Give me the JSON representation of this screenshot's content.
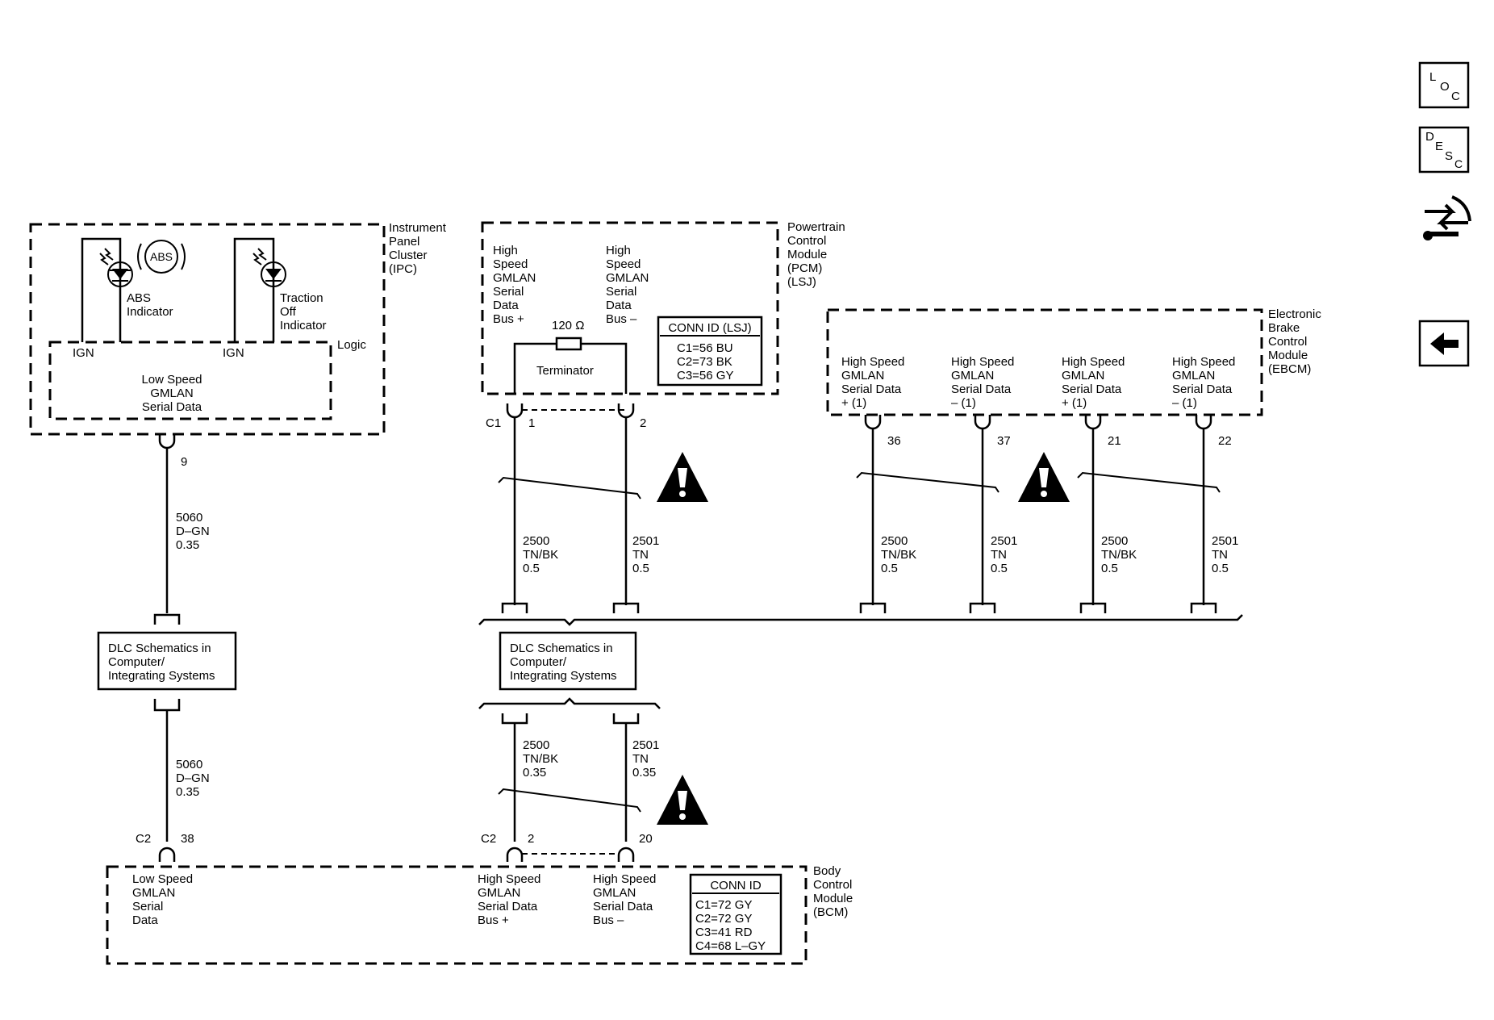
{
  "modules": {
    "ipc": {
      "name": [
        "Instrument",
        "Panel",
        "Cluster",
        "(IPC)"
      ],
      "logic": "Logic",
      "ign1": "IGN",
      "ign2": "IGN",
      "data": [
        "Low Speed",
        "GMLAN",
        "Serial Data"
      ]
    },
    "abs_indicator": {
      "label": [
        "ABS",
        "Indicator"
      ],
      "symbol": "ABS"
    },
    "traction_indicator": {
      "label": [
        "Traction",
        "Off",
        "Indicator"
      ]
    },
    "pcm": {
      "name": [
        "Powertrain",
        "Control",
        "Module",
        "(PCM)",
        "(LSJ)"
      ],
      "bus_plus": [
        "High",
        "Speed",
        "GMLAN",
        "Serial",
        "Data",
        "Bus +"
      ],
      "bus_minus": [
        "High",
        "Speed",
        "GMLAN",
        "Serial",
        "Data",
        "Bus –"
      ],
      "resistor": "120 Ω",
      "terminator": "Terminator",
      "conn_title": "CONN ID (LSJ)",
      "conn": [
        "C1=56 BU",
        "C2=73 BK",
        "C3=56 GY"
      ]
    },
    "ebcm": {
      "name": [
        "Electronic",
        "Brake",
        "Control",
        "Module",
        "(EBCM)"
      ],
      "pins": [
        {
          "label": [
            "High Speed",
            "GMLAN",
            "Serial Data",
            "+ (1)"
          ],
          "pin": "36"
        },
        {
          "label": [
            "High Speed",
            "GMLAN",
            "Serial Data",
            "– (1)"
          ],
          "pin": "37"
        },
        {
          "label": [
            "High Speed",
            "GMLAN",
            "Serial Data",
            "+ (1)"
          ],
          "pin": "21"
        },
        {
          "label": [
            "High Speed",
            "GMLAN",
            "Serial Data",
            "– (1)"
          ],
          "pin": "22"
        }
      ]
    },
    "bcm": {
      "name": [
        "Body",
        "Control",
        "Module",
        "(BCM)"
      ],
      "low": [
        "Low Speed",
        "GMLAN",
        "Serial",
        "Data"
      ],
      "bus_plus": [
        "High Speed",
        "GMLAN",
        "Serial Data",
        "Bus +"
      ],
      "bus_minus": [
        "High Speed",
        "GMLAN",
        "Serial Data",
        "Bus –"
      ],
      "conn_title": "CONN ID",
      "conn": [
        "C1=72 GY",
        "C2=72 GY",
        "C3=41 RD",
        "C4=68 L–GY"
      ]
    }
  },
  "dlc": {
    "left": [
      "DLC Schematics in",
      "Computer/",
      "Integrating Systems"
    ],
    "center": [
      "DLC Schematics in",
      "Computer/",
      "Integrating Systems"
    ]
  },
  "connectors": {
    "ipc_pin": "9",
    "pcm_conn": "C1",
    "pcm_pin1": "1",
    "pcm_pin2": "2",
    "bcm_conn1": "C2",
    "bcm_pin38": "38",
    "bcm_conn2": "C2",
    "bcm_pin2": "2",
    "bcm_pin20": "20"
  },
  "wires": {
    "w5060_upper": [
      "5060",
      "D–GN",
      "0.35"
    ],
    "w5060_lower": [
      "5060",
      "D–GN",
      "0.35"
    ],
    "pcm_plus": [
      "2500",
      "TN/BK",
      "0.5"
    ],
    "pcm_minus": [
      "2501",
      "TN",
      "0.5"
    ],
    "ebcm_36": [
      "2500",
      "TN/BK",
      "0.5"
    ],
    "ebcm_37": [
      "2501",
      "TN",
      "0.5"
    ],
    "ebcm_21": [
      "2500",
      "TN/BK",
      "0.5"
    ],
    "ebcm_22": [
      "2501",
      "TN",
      "0.5"
    ],
    "bcm_plus": [
      "2500",
      "TN/BK",
      "0.35"
    ],
    "bcm_minus": [
      "2501",
      "TN",
      "0.35"
    ]
  },
  "nav": {
    "loc": [
      "L",
      "O",
      "C"
    ],
    "desc": [
      "D",
      "E",
      "S",
      "C"
    ],
    "icons": [
      "connector-repair-icon",
      "back-arrow-icon"
    ]
  }
}
